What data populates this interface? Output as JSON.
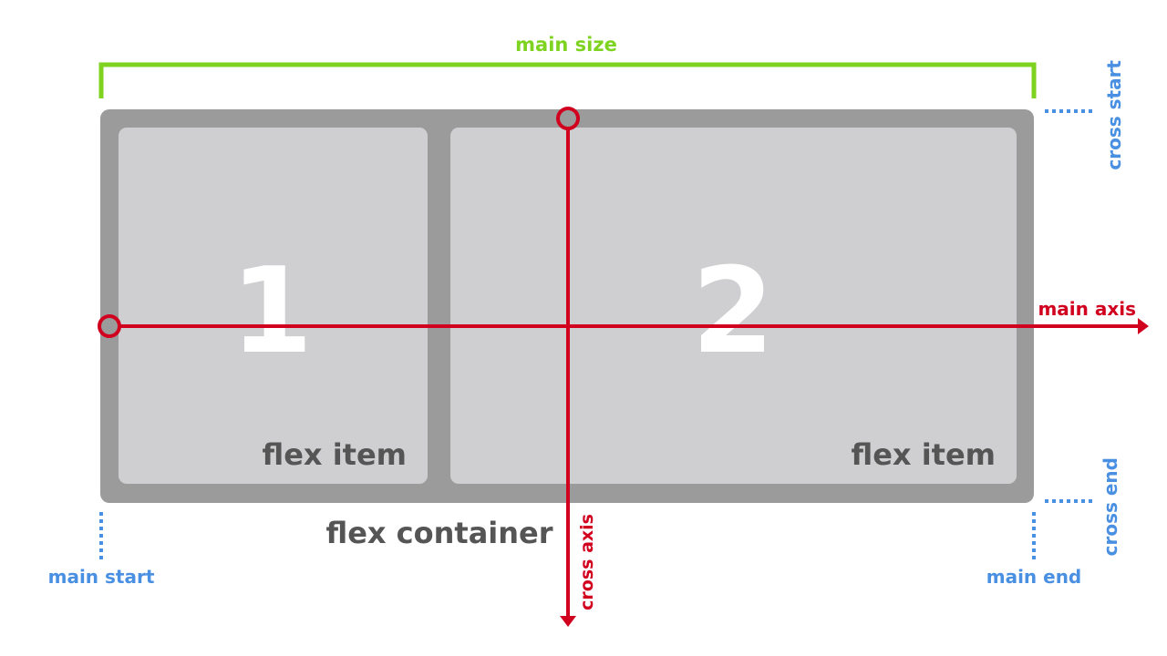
{
  "labels": {
    "main_size": "main size",
    "main_axis": "main axis",
    "cross_axis": "cross axis",
    "cross_start": "cross start",
    "cross_end": "cross end",
    "main_start": "main start",
    "main_end": "main end",
    "flex_container": "flex container"
  },
  "items": [
    {
      "number": "1",
      "label": "flex item"
    },
    {
      "number": "2",
      "label": "flex item"
    }
  ],
  "colors": {
    "container": "#9b9b9b",
    "item": "#cfcfd1",
    "item_number": "#ffffff",
    "dark_text": "#555555",
    "axis": "#d1001f",
    "size_bracket": "#7ed321",
    "guide": "#4a90e2"
  }
}
